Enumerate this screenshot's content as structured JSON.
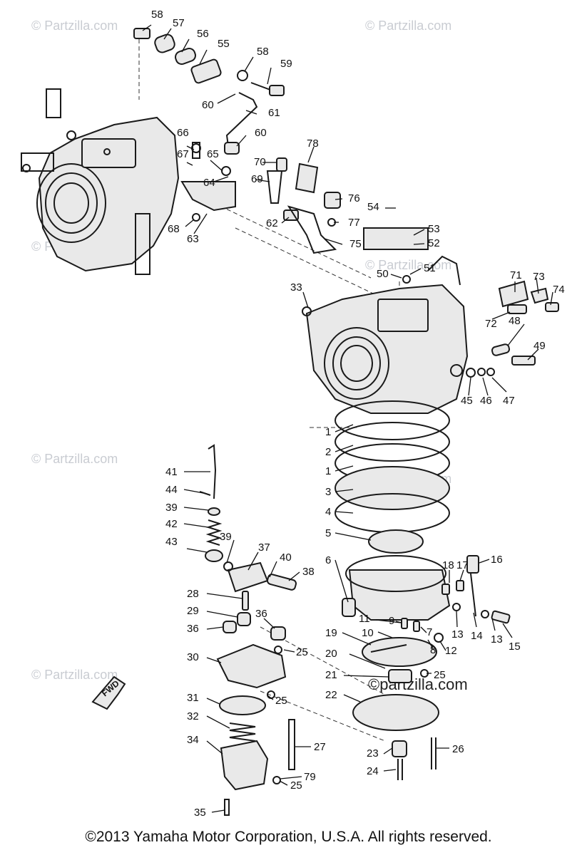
{
  "copyright": "©2013  Yamaha Motor Corporation, U.S.A. All rights reserved.",
  "watermark": "© Partzilla.com",
  "watermark_dark": "©partzilla.com",
  "fwd_label": "FWD",
  "callouts": [
    "58",
    "57",
    "56",
    "55",
    "58",
    "59",
    "60",
    "61",
    "60",
    "66",
    "67",
    "65",
    "64",
    "68",
    "63",
    "70",
    "69",
    "78",
    "76",
    "77",
    "62",
    "75",
    "54",
    "53",
    "52",
    "51",
    "50",
    "33",
    "71",
    "73",
    "74",
    "72",
    "48",
    "49",
    "45",
    "46",
    "47",
    "1",
    "2",
    "1",
    "3",
    "4",
    "5",
    "6",
    "41",
    "44",
    "39",
    "42",
    "39",
    "37",
    "40",
    "43",
    "38",
    "28",
    "29",
    "36",
    "36",
    "25",
    "30",
    "31",
    "25",
    "32",
    "34",
    "27",
    "79",
    "25",
    "35",
    "18",
    "17",
    "16",
    "13",
    "14",
    "13",
    "15",
    "11",
    "9",
    "7",
    "10",
    "8",
    "12",
    "19",
    "20",
    "25",
    "21",
    "22",
    "23",
    "24",
    "26"
  ]
}
